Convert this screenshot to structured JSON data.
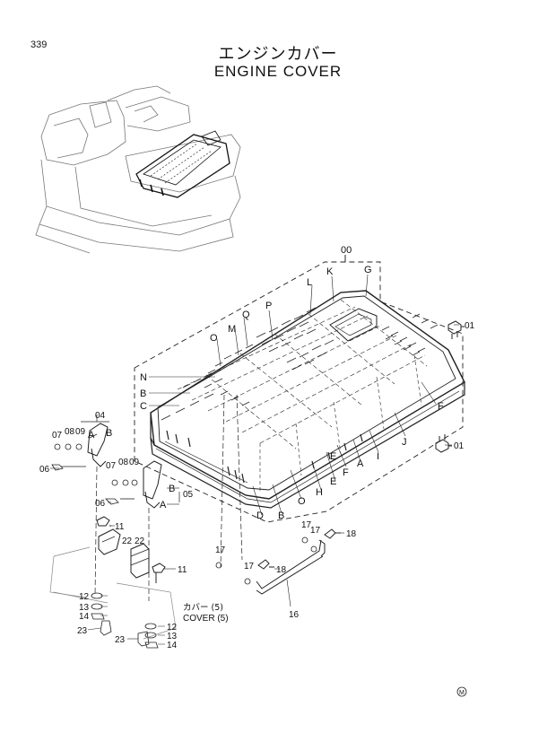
{
  "page_number": "339",
  "title_ja": "エンジンカバー",
  "title_en": "ENGINE  COVER",
  "part_labels": {
    "assembly": "00",
    "bolt_top": "01",
    "bolt_bottom": "01",
    "bracket": "04",
    "bracket2": "05",
    "w06a": "06",
    "w06b": "06",
    "p07a": "07",
    "p08a": "08",
    "p09a": "09",
    "p07b": "07",
    "p08b": "08",
    "p09b": "09",
    "p11a": "11",
    "p11b": "11",
    "p12a": "12",
    "p13a": "13",
    "p14a": "14",
    "p12b": "12",
    "p13b": "13",
    "p14b": "14",
    "p16": "16",
    "p17a": "17",
    "p17b": "17",
    "p17c": "17",
    "p17d": "17",
    "p18a": "18",
    "p18b": "18",
    "p22a": "22",
    "p22b": "22",
    "p23a": "23",
    "p23b": "23"
  },
  "letters": {
    "K": "K",
    "G": "G",
    "L": "L",
    "P": "P",
    "M": "M",
    "Q": "Q",
    "O1": "O",
    "N": "N",
    "B1": "B",
    "C": "C",
    "A1": "A",
    "B2": "B",
    "A2": "A",
    "B3": "B",
    "F1": "F",
    "F2": "F",
    "J": "J",
    "I": "I",
    "A3": "A",
    "E1": "E",
    "E2": "E",
    "H": "H",
    "O2": "O",
    "B4": "B",
    "D": "D"
  },
  "note_ja": "カバー (5)",
  "note_en": "COVER (5)",
  "maker_mark": "M"
}
